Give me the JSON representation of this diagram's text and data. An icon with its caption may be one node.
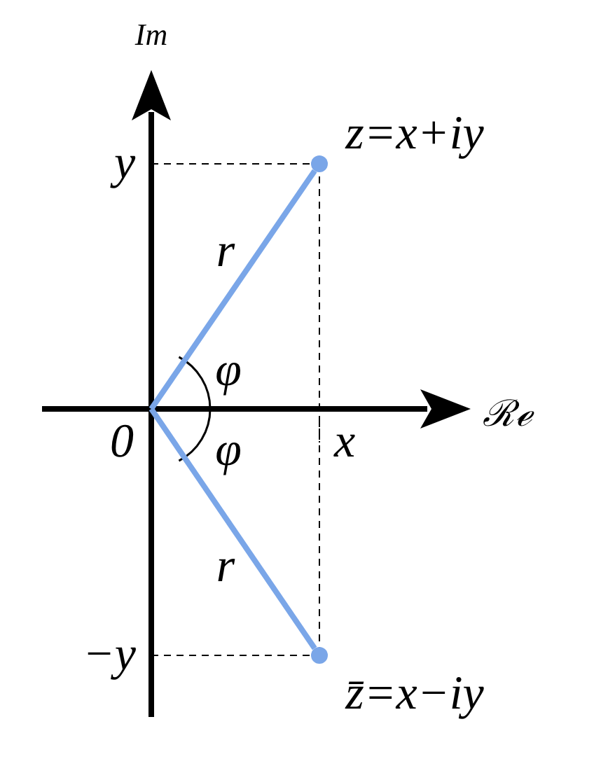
{
  "diagram": {
    "nodes": [
      {
        "text": [],
        "shape": "circle",
        "beside": [
          "z=x+iy"
        ]
      },
      {
        "text": [],
        "shape": "circle",
        "beside": [
          "z̄=x−iy"
        ]
      }
    ],
    "edges": [
      {
        "from": null,
        "to": 0,
        "arrow": "none",
        "label": "r"
      },
      {
        "from": null,
        "to": 1,
        "arrow": "none",
        "label": "r"
      }
    ],
    "labels": [
      "Im",
      "y",
      "φ",
      "ℛℯ",
      "0",
      "φ",
      "x",
      "−y"
    ]
  }
}
